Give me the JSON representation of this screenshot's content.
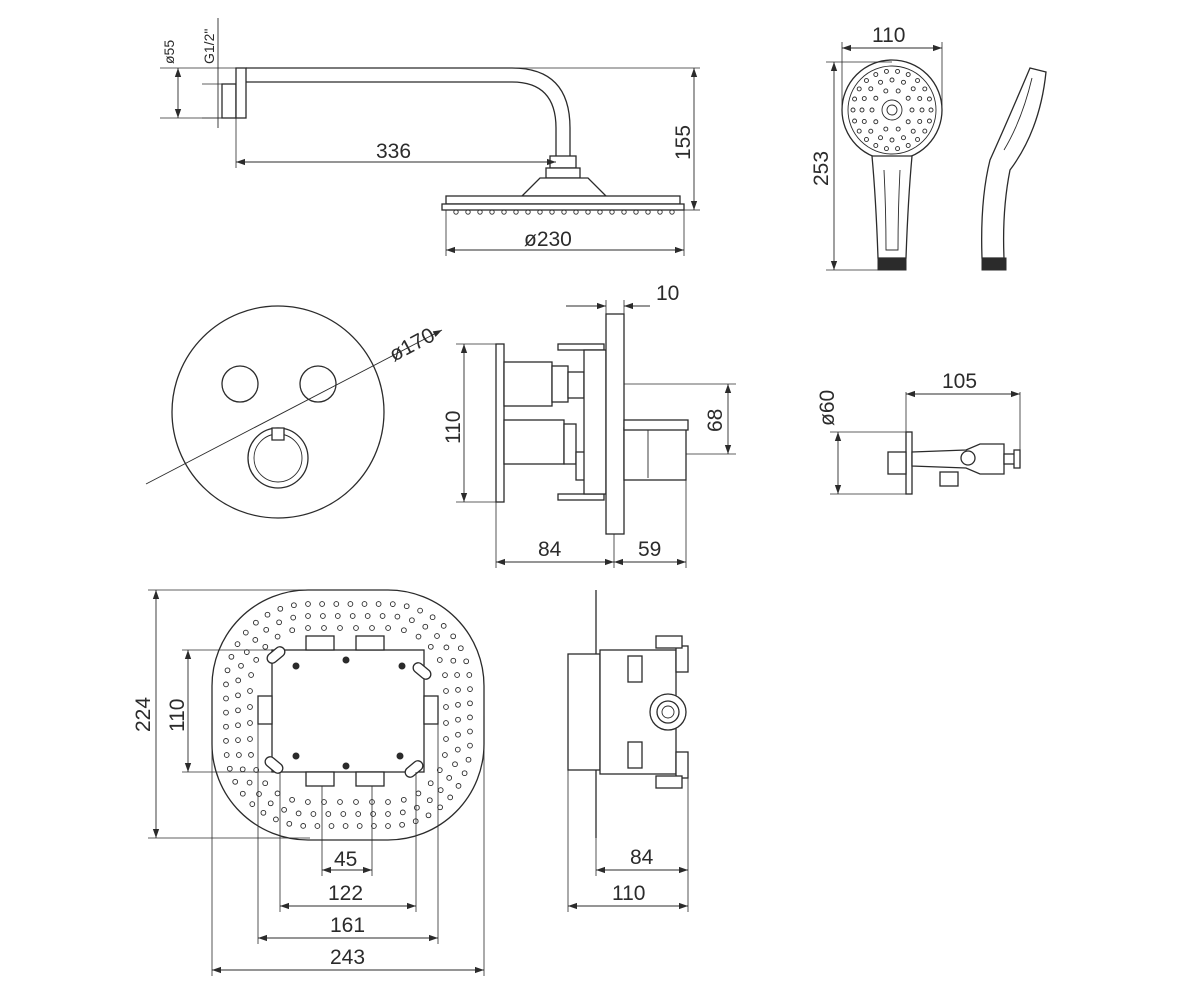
{
  "dimensions": {
    "arm_diameter": "ø55",
    "arm_thread": "G1/2\"",
    "arm_length": "336",
    "arm_drop": "155",
    "head_diameter": "ø230",
    "hand_width": "110",
    "hand_length": "253",
    "plate_diameter": "ø170",
    "plate_thickness": "10",
    "valve_height": "110",
    "valve_offset": "68",
    "valve_depth": "84",
    "valve_projection": "59",
    "holder_diameter": "ø60",
    "holder_length": "105",
    "box_height": "224",
    "box_inner_height": "110",
    "box_port_spacing": "45",
    "box_width_122": "122",
    "box_width_161": "161",
    "box_width_243": "243",
    "box_side_depth": "84",
    "box_side_total": "110"
  },
  "colors": {
    "line": "#2b2b2b",
    "background": "#ffffff"
  }
}
